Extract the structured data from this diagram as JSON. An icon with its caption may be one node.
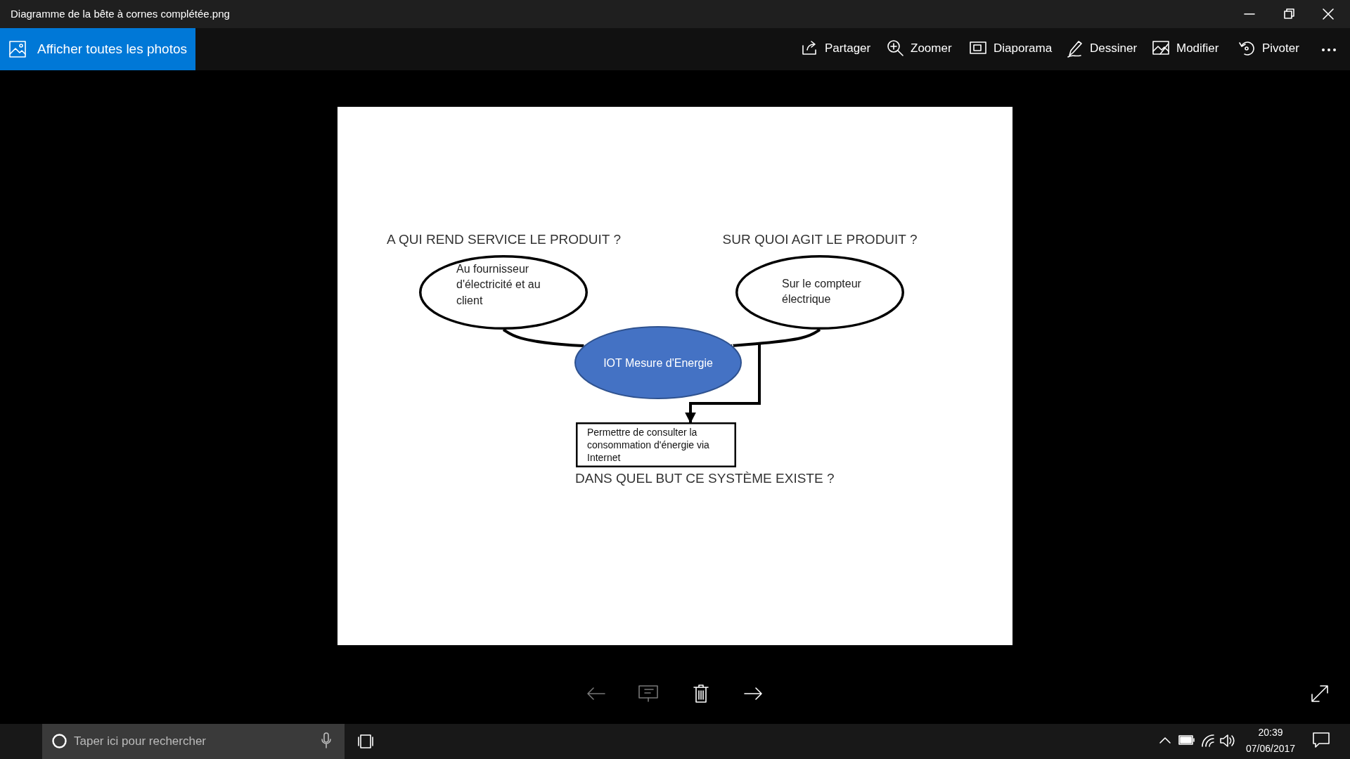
{
  "diagram": {
    "nodes": [
      {
        "text": [
          "Au fournisseur d'électricité et au client"
        ],
        "beside": [
          "A QUI REND SERVICE LE PRODUIT ?"
        ]
      },
      {
        "text": [
          "Sur le compteur électrique"
        ],
        "beside": [
          "SUR QUOI AGIT LE PRODUIT ?"
        ]
      },
      {
        "text": [
          "IOT Mesure d'Energie"
        ]
      },
      {
        "text": [
          "Permettre de consulter la consommation d'énergie via Internet"
        ],
        "beside": [
          "DANS QUEL BUT CE SYSTÈME EXISTE ?"
        ]
      }
    ],
    "edges": [
      {
        "from": 0,
        "to": 2,
        "arrow": "none"
      },
      {
        "from": 1,
        "to": 2,
        "arrow": "none"
      },
      {
        "from": null,
        "to": 3,
        "arrow": "to"
      }
    ],
    "labels": [
      "Diagramme de la bête à cornes complétée.png",
      "Afficher toutes les photos",
      "Partager",
      "Zoomer",
      "Diaporama",
      "Dessiner",
      "Modifier",
      "Pivoter",
      "Taper ici pour rechercher",
      "20:39",
      "07/06/2017"
    ]
  }
}
